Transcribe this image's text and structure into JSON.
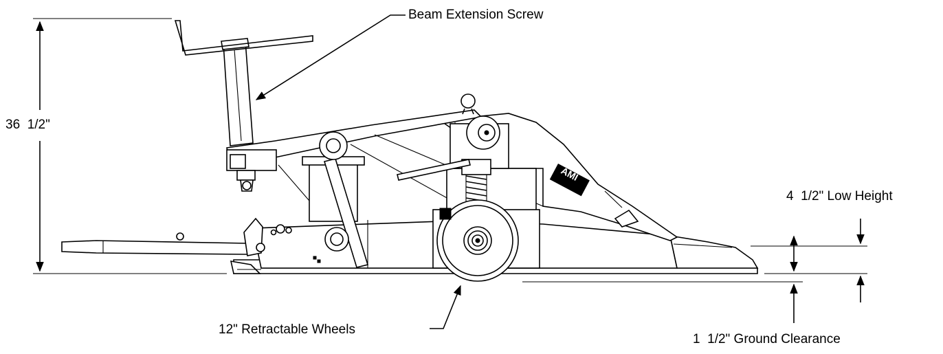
{
  "labels": {
    "beam_extension_screw": "Beam Extension Screw",
    "overall_height": "36  1/2\"",
    "low_height": "4  1/2\" Low Height",
    "retractable_wheels": "12\" Retractable Wheels",
    "ground_clearance": "1  1/2\" Ground Clearance"
  },
  "logo": {
    "text": "AMI"
  }
}
